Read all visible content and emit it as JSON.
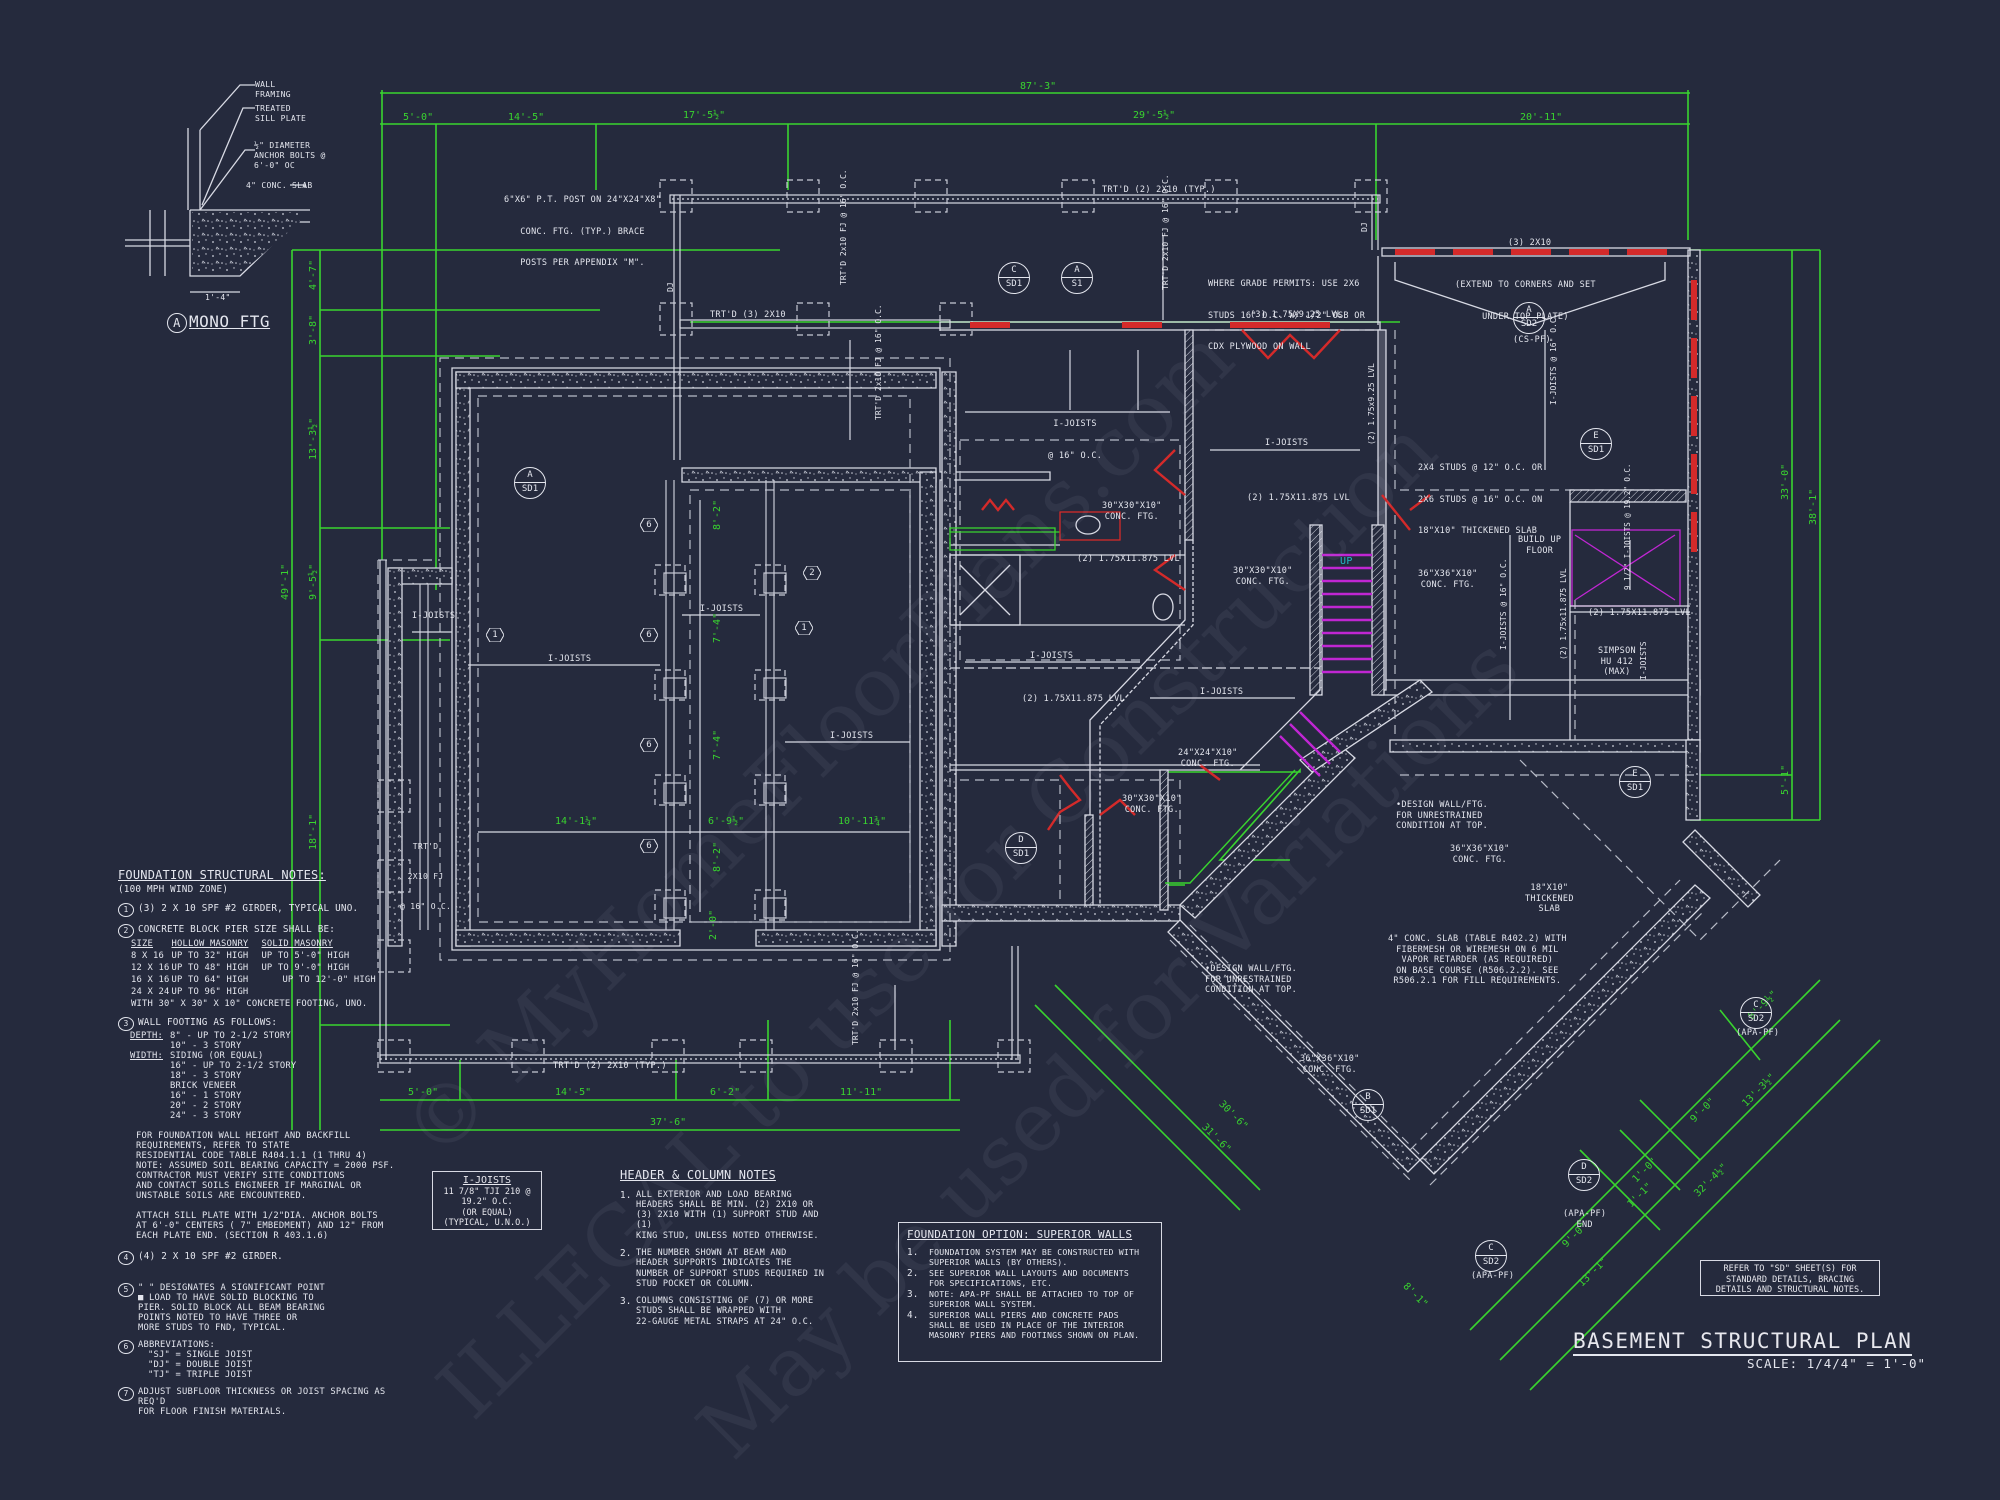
{
  "sheet": {
    "title": "BASEMENT STRUCTURAL PLAN",
    "scale": "SCALE: 1/4/4\" = 1'-0\"",
    "refer_note": [
      "REFER TO \"SD\"  SHEET(S) FOR",
      "STANDARD DETAILS, BRACING",
      "DETAILS AND STRUCTURAL NOTES."
    ],
    "colors": {
      "background": "#252a3d",
      "linework": "#e4e6ee",
      "dimension": "#39d42f",
      "door_window": "#d42a2a",
      "stair": "#c026d3"
    }
  },
  "watermark": {
    "lines": [
      "© MyHomeFloorPlans.com",
      "ILLEGAL to use for Construction",
      "May be used for Variations"
    ]
  },
  "mono_ftg_detail": {
    "title_letter": "A",
    "title": "MONO FTG",
    "labels": [
      "WALL FRAMING",
      "TREATED SILL PLATE",
      "½\" DIAMETER ANCHOR BOLTS @ 6'-0\" OC",
      "4\" CONC. SLAB"
    ],
    "width_dim": "1'-4\""
  },
  "dimensions": {
    "top_overall": "87'-3\"",
    "top_segments": [
      "5'-0\"",
      "14'-5\"",
      "17'-5½\"",
      "29'-5½\"",
      "20'-11\""
    ],
    "bottom_overall": "37'-6\"",
    "bottom_segments": [
      "5'-0\"",
      "14'-5\"",
      "6'-2\"",
      "11'-11\""
    ],
    "left_overall": "49'-1\"",
    "left_segments": [
      "4'-7\"",
      "3'-8\"",
      "13'-3½\"",
      "9'-5½\"",
      "18'-1\""
    ],
    "right_segments": [
      "33'-0\"",
      "5'-1\""
    ],
    "right_overall": "38'-1\"",
    "interior": [
      "14'-1¼\"",
      "6'-9½\"",
      "10'-11¾\"",
      "8'-2\"",
      "7'-4\"",
      "7'-4\"",
      "8'-2\"",
      "2'-0\""
    ],
    "angled": [
      "8'-9½\"",
      "9'-0\"",
      "13'-3½\"",
      "32'-4½\"",
      "1'-0\"",
      "1'-1\"",
      "9'-0\"",
      "13'-1\"",
      "30'-6\"",
      "31'-6\"",
      "8'-1\""
    ]
  },
  "plan_labels": {
    "post_note": [
      "6\"x6\" P.T. POST ON 24\"x24\"x8\"",
      "CONC. FTG. (TYP.) BRACE",
      "POSTS PER APPENDIX \"M\"."
    ],
    "trtd_2x10_typ_top": "TRT'D (2) 2x10 (TYP.)",
    "trtd_3_2x10": "TRT'D (3) 2x10",
    "trtd_2x10_typ_bottom": "TRT'D (2) 2x10 (TYP.)",
    "trtd_fj_1": "TRT'D 2x10 FJ @ 16\" O.C.",
    "trtd_fj_2": "TRT'D 2x10 FJ @ 16\" O.C.",
    "trtd_fj_3": "TRT'D 2x10 FJ @ 16\" O.C.",
    "trtd_fj_4": "TRT'D 2x10 FJ @ 16\" O.C.",
    "trtd_fj_left": [
      "TRT'D",
      "2x10 FJ",
      "@ 16\" O.C."
    ],
    "dj_1": "DJ",
    "dj_2": "DJ",
    "grade_note": [
      "WHERE GRADE PERMITS: USE 2x6",
      "STUDS 16\" O.C. w/ 1/2\" OSB OR",
      "CDX PLYWOOD ON WALL"
    ],
    "lvl_3_925": "(3) 1.75x9.25 LVL",
    "lvl_2_925_vert": "(2) 1.75x9.25 LVL",
    "header_3_2x10": "(3) 2x10",
    "extend_note": [
      "(EXTEND TO CORNERS AND SET",
      "UNDER TOP PLATE)"
    ],
    "ijoists_16_1": [
      "I-JOISTS",
      "@ 16\" O.C."
    ],
    "ijoists_1": "I-JOISTS",
    "ijoists_2": "I-JOISTS",
    "ijoists_3": "I-JOISTS",
    "ijoists_4": "I-JOISTS",
    "ijoists_5": "I-JOISTS",
    "ijoists_6": "I-JOISTS",
    "ijoists_7": "I-JOISTS",
    "ijoists_vert_1": "I-JOISTS @ 16\" O.C.",
    "ijoists_vert_2": "I-JOISTS @ 16\" O.C.",
    "ijoists_vert_3": "9 1/2\" I-JOISTS @ 19.2\" O.C.",
    "ijoists_vert_4": "I-JOISTS",
    "ftg_30_1": [
      "30\"x30\"x10\"",
      "CONC. FTG."
    ],
    "ftg_30_2": [
      "30\"x30\"x10\"",
      "CONC. FTG."
    ],
    "ftg_30_3": [
      "30\"x30\"x10\"",
      "CONC. FTG."
    ],
    "ftg_24": [
      "24\"x24\"x10\"",
      "CONC. FTG."
    ],
    "ftg_36_1": [
      "36\"x36\"x10\"",
      "CONC. FTG."
    ],
    "ftg_36_2": [
      "36\"x36\"x10\"",
      "CONC. FTG."
    ],
    "ftg_36_3": [
      "36\"x36\"x10\"",
      "CONC. FTG."
    ],
    "lvl_11875_1": "(2) 1.75x11.875 LVL",
    "lvl_11875_2": "(2) 1.75x11.875 LVL",
    "lvl_11875_3": "(2) 1.75x11.875 LVL",
    "lvl_11875_4": "(2) 1.75x11.875 LVL",
    "lvl_11875_vert": "(2) 1.75x11.875 LVL",
    "studs_note": [
      "2x4 STUDS @ 12\" O.C. OR",
      "2x6 STUDS @ 16\" O.C. ON",
      "18\"x10\" THICKENED SLAB"
    ],
    "build_up": [
      "BUILD UP",
      "FLOOR"
    ],
    "simpson": [
      "SIMPSON",
      "HU 412",
      "(MAX)"
    ],
    "design_wall_1": [
      "•DESIGN WALL/FTG.",
      "FOR UNRESTRAINED",
      "CONDITION AT TOP."
    ],
    "design_wall_2": [
      "•DESIGN WALL/FTG.",
      "FOR UNRESTRAINED",
      "CONDITION AT TOP."
    ],
    "thickened_slab": [
      "18\"x10\"",
      "THICKENED",
      "SLAB"
    ],
    "slab_note": [
      "4\" CONC. SLAB (TABLE R402.2) WITH",
      "FIBERMESH OR WIREMESH ON 6 MIL",
      "VAPOR RETARDER (AS REQUIRED)",
      "ON BASE COURSE (R506.2.2). SEE",
      "R506.2.1 FOR FILL REQUIREMENTS."
    ],
    "up": "UP",
    "cs_pf": "(CS-PF)",
    "apa_pf_1": "(APA-PF)",
    "apa_pf_2": [
      "(APA-PF)",
      "END"
    ],
    "apa_pf_3": "(APA-PF)"
  },
  "section_bubbles": [
    {
      "top": "A",
      "bottom": "SD1"
    },
    {
      "top": "C",
      "bottom": "SD1"
    },
    {
      "top": "A",
      "bottom": "S1"
    },
    {
      "top": "A",
      "bottom": "SD2"
    },
    {
      "top": "E",
      "bottom": "SD1"
    },
    {
      "top": "D",
      "bottom": "SD1"
    },
    {
      "top": "E",
      "bottom": "SD1"
    },
    {
      "top": "B",
      "bottom": "SD1"
    },
    {
      "top": "C",
      "bottom": "SD2"
    },
    {
      "top": "D",
      "bottom": "SD2"
    },
    {
      "top": "C",
      "bottom": "SD2"
    }
  ],
  "note_tags": [
    "6",
    "6",
    "6",
    "6",
    "1",
    "2",
    "1"
  ],
  "ijoist_box": {
    "title": "I-JOISTS",
    "lines": [
      "11 7/8\" TJI 210 @ 19.2\" O.C.",
      "(OR EQUAL)",
      "(TYPICAL, U.N.O.)"
    ]
  },
  "foundation_notes": {
    "title": "FOUNDATION STRUCTURAL NOTES:",
    "subtitle": "(100 MPH WIND ZONE)",
    "items": [
      {
        "num": "1",
        "lines": [
          "(3) 2 x 10 SPF #2 GIRDER, TYPICAL UNO."
        ]
      },
      {
        "num": "2",
        "lines": [
          "CONCRETE BLOCK PIER SIZE SHALL BE:"
        ],
        "table": {
          "headers": [
            "SIZE",
            "HOLLOW MASONRY",
            "SOLID MASONRY"
          ],
          "rows": [
            [
              "8 x 16",
              "UP TO 32\" HIGH",
              "UP TO 5'-0\" HIGH"
            ],
            [
              "12 x 16",
              "UP TO 48\" HIGH",
              "UP TO 9'-0\" HIGH"
            ],
            [
              "16 x 16",
              "UP TO 64\" HIGH",
              "UP TO 12'-0\" HIGH"
            ],
            [
              "24 x 24",
              "UP TO 96\" HIGH",
              ""
            ]
          ],
          "footer": "WITH 30\" x 30\" x 10\" CONCRETE FOOTING, UNO."
        }
      },
      {
        "num": "3",
        "lines": [
          "WALL FOOTING AS FOLLOWS:"
        ],
        "depth": {
          "label": "DEPTH:",
          "values": [
            "8\" - UP TO 2-1/2 STORY",
            "10\" - 3 STORY"
          ]
        },
        "width": {
          "label": "WIDTH:",
          "values": [
            "SIDING (OR EQUAL)",
            "16\" - UP TO 2-1/2 STORY",
            "18\" - 3 STORY",
            "BRICK VENEER",
            "16\" - 1 STORY",
            "20\" - 2 STORY",
            "24\" - 3 STORY"
          ]
        },
        "para1": [
          "FOR FOUNDATION WALL HEIGHT AND BACKFILL",
          "REQUIREMENTS, REFER TO STATE",
          "RESIDENTIAL CODE TABLE R404.1.1 (1 THRU 4)",
          "NOTE: ASSUMED SOIL BEARING CAPACITY = 2000 PSF.",
          "CONTRACTOR MUST VERIFY SITE CONDITIONS",
          "AND CONTACT SOILS ENGINEER IF MARGINAL OR",
          "UNSTABLE SOILS ARE ENCOUNTERED."
        ],
        "para2": [
          "ATTACH SILL PLATE WITH 1/2\"dia. ANCHOR BOLTS",
          "AT 6'-0\" CENTERS ( 7\" EMBEDMENT) AND 12\" FROM",
          "EACH PLATE END. (SECTION R 403.1.6)"
        ]
      },
      {
        "num": "4",
        "lines": [
          "(4) 2 x 10 SPF #2 GIRDER."
        ]
      },
      {
        "num": "5",
        "lines": [
          "\" \" DESIGNATES A SIGNIFICANT POINT",
          "■ LOAD TO HAVE SOLID BLOCKING TO",
          "PIER. SOLID BLOCK ALL BEAM BEARING",
          "POINTS NOTED TO HAVE THREE OR",
          "MORE STUDS TO FND, TYPICAL."
        ]
      },
      {
        "num": "6",
        "lines": [
          "ABBREVIATIONS:",
          "\"SJ\" = SINGLE JOIST",
          "\"DJ\" = DOUBLE JOIST",
          "\"TJ\" = TRIPLE JOIST"
        ]
      },
      {
        "num": "7",
        "lines": [
          "ADJUST SUBFLOOR THICKNESS OR JOIST SPACING AS REQ'D",
          "FOR FLOOR FINISH MATERIALS."
        ]
      }
    ]
  },
  "header_column_notes": {
    "title": "HEADER & COLUMN NOTES",
    "items": [
      {
        "num": "1.",
        "lines": [
          "ALL EXTERIOR AND LOAD BEARING",
          "HEADERS SHALL BE MIN. (2) 2x10 OR",
          "(3) 2x10 WITH (1) SUPPORT STUD AND (1)",
          "KING STUD, UNLESS NOTED OTHERWISE."
        ]
      },
      {
        "num": "2.",
        "lines": [
          "THE NUMBER SHOWN AT BEAM AND",
          "HEADER SUPPORTS INDICATES THE",
          "NUMBER OF SUPPORT STUDS REQUIRED IN",
          "STUD POCKET OR COLUMN."
        ]
      },
      {
        "num": "3.",
        "lines": [
          "COLUMNS CONSISTING OF (7) OR MORE",
          "STUDS SHALL BE WRAPPED WITH",
          "22-GAUGE METAL STRAPS AT 24\" O.C."
        ]
      }
    ]
  },
  "superior_walls": {
    "title": "FOUNDATION OPTION: SUPERIOR WALLS",
    "items": [
      {
        "num": "1.",
        "lines": [
          "FOUNDATION SYSTEM MAY BE CONSTRUCTED WITH",
          "SUPERIOR WALLS (BY OTHERS)."
        ]
      },
      {
        "num": "2.",
        "lines": [
          "SEE SUPERIOR WALL LAYOUTS AND DOCUMENTS",
          "FOR SPECIFICATIONS, ETC."
        ]
      },
      {
        "num": "3.",
        "lines": [
          "NOTE: APA-PF SHALL BE ATTACHED TO TOP OF",
          "SUPERIOR WALL SYSTEM."
        ]
      },
      {
        "num": "4.",
        "lines": [
          "SUPERIOR WALL PIERS AND CONCRETE PADS",
          "SHALL BE USED IN PLACE OF THE INTERIOR",
          "MASONRY PIERS AND FOOTINGS SHOWN ON PLAN."
        ]
      }
    ]
  }
}
